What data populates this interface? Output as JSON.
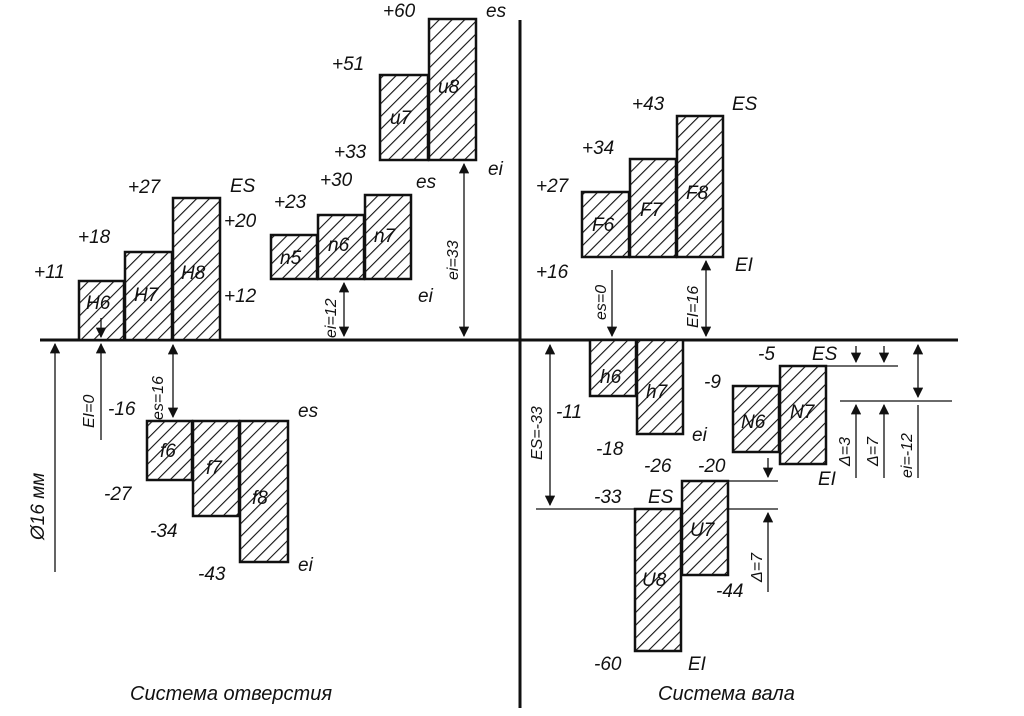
{
  "captions": {
    "hole_system": "Система отверстия",
    "shaft_system": "Система вала",
    "diameter": "Ø16 мм"
  },
  "zones": [
    {
      "label": "H6"
    },
    {
      "label": "H7"
    },
    {
      "label": "H8"
    },
    {
      "label": "n5"
    },
    {
      "label": "n6"
    },
    {
      "label": "n7"
    },
    {
      "label": "u7"
    },
    {
      "label": "u8"
    },
    {
      "label": "f6"
    },
    {
      "label": "f7"
    },
    {
      "label": "f8"
    },
    {
      "label": "F6"
    },
    {
      "label": "F7"
    },
    {
      "label": "F8"
    },
    {
      "label": "h6"
    },
    {
      "label": "h7"
    },
    {
      "label": "N6"
    },
    {
      "label": "N7"
    },
    {
      "label": "U7"
    },
    {
      "label": "U8"
    }
  ],
  "values": {
    "H_plus11": "+11",
    "H_plus18": "+18",
    "H_plus27": "+27",
    "H_plus20": "+20",
    "H_plus12": "+12",
    "H_ES": "ES",
    "n_plus23": "+23",
    "n_plus30": "+30",
    "n_es": "es",
    "n_ei": "ei",
    "u_plus60": "+60",
    "u_es": "es",
    "u_plus51": "+51",
    "u_plus33": "+33",
    "u_ei": "ei",
    "f_minus16": "-16",
    "f_es": "es",
    "f_minus27": "-27",
    "f_minus34": "-34",
    "f_minus43": "-43",
    "f_ei": "ei",
    "F_plus27": "+27",
    "F_plus34": "+34",
    "F_plus43": "+43",
    "F_ES": "ES",
    "F_plus16": "+16",
    "F_EI": "EI",
    "h_minus11": "-11",
    "h_minus18": "-18",
    "h_ei": "ei",
    "N_minus5": "-5",
    "N_ES": "ES",
    "N_minus9": "-9",
    "N_EI": "EI",
    "U_minus26": "-26",
    "U_minus20": "-20",
    "U_minus33": "-33",
    "U_ES": "ES",
    "U_minus44": "-44",
    "U_minus60": "-60",
    "U_EI": "EI"
  },
  "dimensions": {
    "EI0": "EI=0",
    "es16": "es=16",
    "ei12": "ei=12",
    "ei33": "ei=33",
    "es0": "es=0",
    "EI16": "EI=16",
    "ESm33": "ES=-33",
    "delta3": "Δ=3",
    "delta7a": "Δ=7",
    "eim12": "ei=-12",
    "delta7b": "Δ=7"
  }
}
